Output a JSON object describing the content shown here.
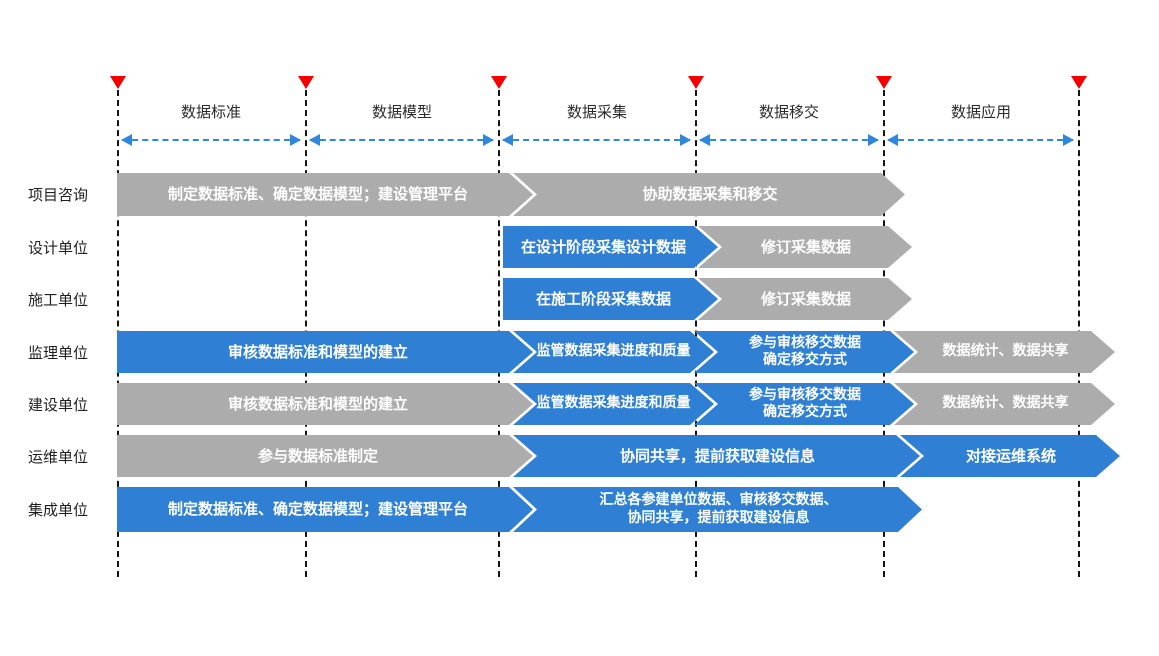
{
  "colors": {
    "blue": "#2f80d4",
    "gray": "#acacac",
    "red_marker": "#f40000",
    "arrow_blue": "#2f86dc",
    "bar_text": "#ffffff"
  },
  "phases": [
    {
      "label": "数据标准"
    },
    {
      "label": "数据模型"
    },
    {
      "label": "数据采集"
    },
    {
      "label": "数据移交"
    },
    {
      "label": "数据应用"
    }
  ],
  "rows": [
    {
      "label": "项目咨询",
      "bars": [
        {
          "text": "制定数据标准、确定数据模型；建设管理平台",
          "color": "gray"
        },
        {
          "text": "协助数据采集和移交",
          "color": "gray"
        }
      ]
    },
    {
      "label": "设计单位",
      "bars": [
        {
          "text": "在设计阶段采集设计数据",
          "color": "blue"
        },
        {
          "text": "修订采集数据",
          "color": "gray"
        }
      ]
    },
    {
      "label": "施工单位",
      "bars": [
        {
          "text": "在施工阶段采集数据",
          "color": "blue"
        },
        {
          "text": "修订采集数据",
          "color": "gray"
        }
      ]
    },
    {
      "label": "监理单位",
      "bars": [
        {
          "text": "审核数据标准和模型的建立",
          "color": "blue"
        },
        {
          "text": "监管数据采集进度和质量",
          "color": "blue"
        },
        {
          "text": "参与审核移交数据\n确定移交方式",
          "color": "blue"
        },
        {
          "text": "数据统计、数据共享",
          "color": "gray"
        }
      ]
    },
    {
      "label": "建设单位",
      "bars": [
        {
          "text": "审核数据标准和模型的建立",
          "color": "gray"
        },
        {
          "text": "监管数据采集进度和质量",
          "color": "blue"
        },
        {
          "text": "参与审核移交数据\n确定移交方式",
          "color": "blue"
        },
        {
          "text": "数据统计、数据共享",
          "color": "gray"
        }
      ]
    },
    {
      "label": "运维单位",
      "bars": [
        {
          "text": "参与数据标准制定",
          "color": "gray"
        },
        {
          "text": "协同共享，提前获取建设信息",
          "color": "blue"
        },
        {
          "text": "对接运维系统",
          "color": "blue"
        }
      ]
    },
    {
      "label": "集成单位",
      "bars": [
        {
          "text": "制定数据标准、确定数据模型；建设管理平台",
          "color": "blue"
        },
        {
          "text": "汇总各参建单位数据、审核移交数据、\n协同共享，提前获取建设信息",
          "color": "blue"
        }
      ]
    }
  ]
}
